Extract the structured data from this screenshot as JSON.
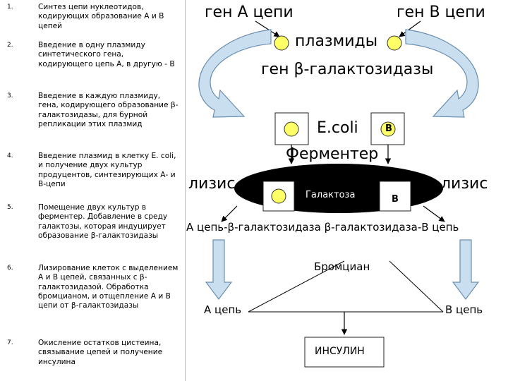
{
  "steps": [
    {
      "num": "1.",
      "text": "Синтез цепи нуклеотидов, кодирующих образование А и В цепей"
    },
    {
      "num": "2.",
      "text": "Введение в одну плазмиду синтетического гена, кодирующего цепь А, в другую - В"
    },
    {
      "num": "3.",
      "text": "Введение в каждую плазмиду, гена, кодирующего образование β-галактозидазы, для бурной репликации этих плазмид"
    },
    {
      "num": "4.",
      "text": "Введение плазмид в клетку E. coli, и получение двух культур продуцентов, синтезирующих А- и В-цепи"
    },
    {
      "num": "5.",
      "text": "Помещение двух культур в ферментер. Добавление в среду галактозы, которая индуцирует образование β-галактозидазы"
    },
    {
      "num": "6.",
      "text": "Лизирование клеток с выделением А и В цепей, связанных с β-галактозидазой. Обработка бромцианом, и отщепление А и В цепи от β-галактозидазы"
    },
    {
      "num": "7.",
      "text": "Окисление остатков цистеина, связывание цепей и получение инсулина"
    }
  ],
  "diagram": {
    "gene_a": "ген А цепи",
    "gene_b": "ген В цепи",
    "plasmids": "плазмиды",
    "beta_gene": "ген β-галактозидазы",
    "ecoli": "E.coli",
    "b_marker": "В",
    "fermenter": "Ферментер",
    "lysis_left": "лизис",
    "lysis_right": "лизис",
    "galactose": "Галактоза",
    "b_marker_inner": "В",
    "chain_row": "А цепь-β-галактозидаза β-галактозидаза-В цепь",
    "bromcyan": "Бромциан",
    "chain_a": "А цепь",
    "chain_b": "В цепь",
    "insulin": "ИНСУЛИН"
  },
  "colors": {
    "plasmid_fill": "#ffff66",
    "arrow_fill": "#c9dff0",
    "arrow_stroke": "#6a8fb0",
    "fermenter_fill": "#000000"
  }
}
